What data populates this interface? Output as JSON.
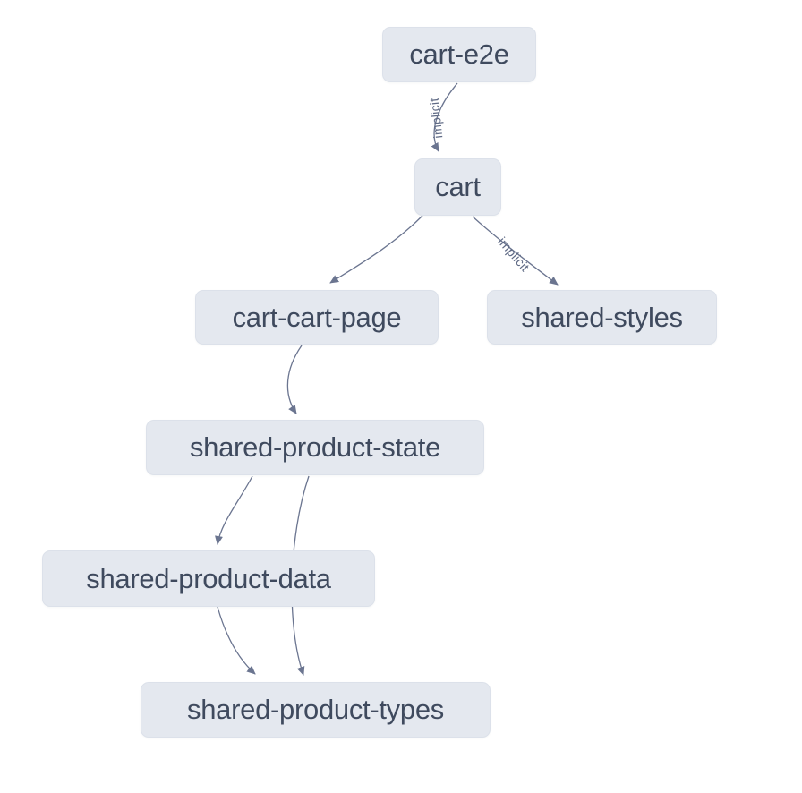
{
  "diagram": {
    "kind": "project-dependency-graph",
    "colors": {
      "background": "#ffffff",
      "node_fill": "#e4e8ef",
      "node_border": "#dce1ea",
      "node_text": "#3f4a5e",
      "edge": "#6b7590",
      "edge_label": "#5f6a85"
    },
    "nodes": [
      {
        "id": "cart-e2e",
        "label": "cart-e2e"
      },
      {
        "id": "cart",
        "label": "cart"
      },
      {
        "id": "cart-cart-page",
        "label": "cart-cart-page"
      },
      {
        "id": "shared-styles",
        "label": "shared-styles"
      },
      {
        "id": "shared-product-state",
        "label": "shared-product-state"
      },
      {
        "id": "shared-product-data",
        "label": "shared-product-data"
      },
      {
        "id": "shared-product-types",
        "label": "shared-product-types"
      }
    ],
    "edges": [
      {
        "source": "cart-e2e",
        "target": "cart",
        "label": "implicit"
      },
      {
        "source": "cart",
        "target": "cart-cart-page",
        "label": ""
      },
      {
        "source": "cart",
        "target": "shared-styles",
        "label": "implicit"
      },
      {
        "source": "cart-cart-page",
        "target": "shared-product-state",
        "label": ""
      },
      {
        "source": "shared-product-state",
        "target": "shared-product-data",
        "label": ""
      },
      {
        "source": "shared-product-state",
        "target": "shared-product-types",
        "label": ""
      },
      {
        "source": "shared-product-data",
        "target": "shared-product-types",
        "label": ""
      }
    ]
  }
}
